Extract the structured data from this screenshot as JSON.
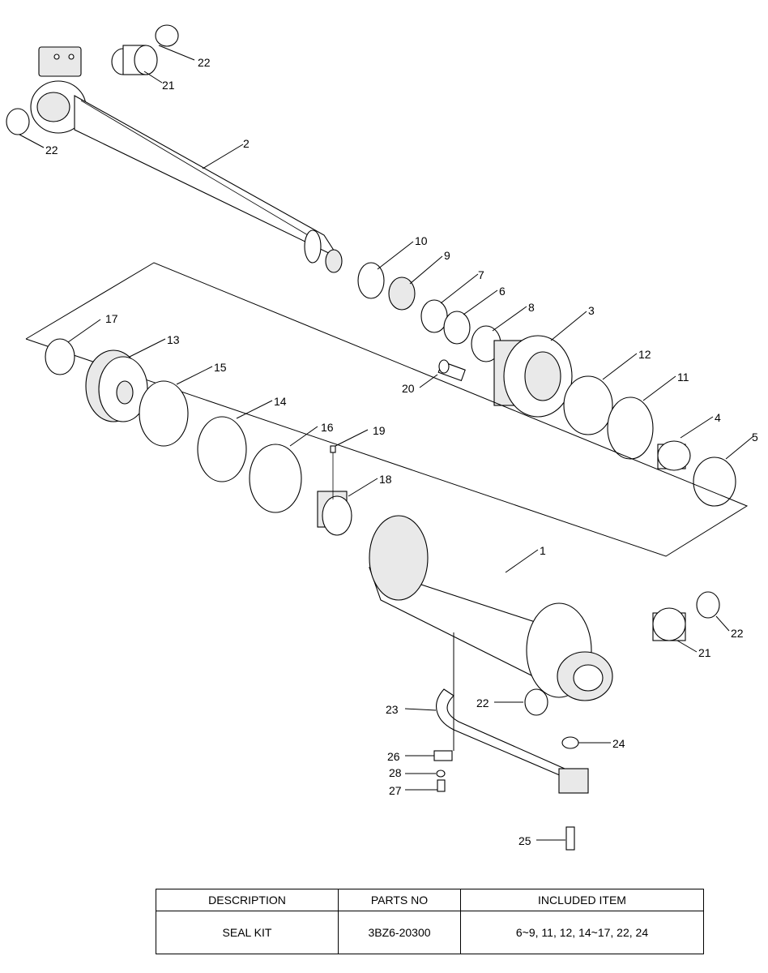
{
  "callouts": {
    "c1": "1",
    "c2": "2",
    "c3": "3",
    "c4": "4",
    "c5": "5",
    "c6": "6",
    "c7": "7",
    "c8": "8",
    "c9": "9",
    "c10": "10",
    "c11": "11",
    "c12": "12",
    "c13": "13",
    "c14": "14",
    "c15": "15",
    "c16": "16",
    "c17": "17",
    "c18": "18",
    "c19": "19",
    "c20": "20",
    "c21": "21",
    "c22": "22",
    "c23": "23",
    "c24": "24",
    "c25": "25",
    "c26": "26",
    "c27": "27",
    "c28": "28"
  },
  "table": {
    "headers": [
      "DESCRIPTION",
      "PARTS NO",
      "INCLUDED ITEM"
    ],
    "rows": [
      [
        "SEAL KIT",
        "3BZ6-20300",
        "6~9, 11, 12, 14~17, 22, 24"
      ]
    ]
  }
}
